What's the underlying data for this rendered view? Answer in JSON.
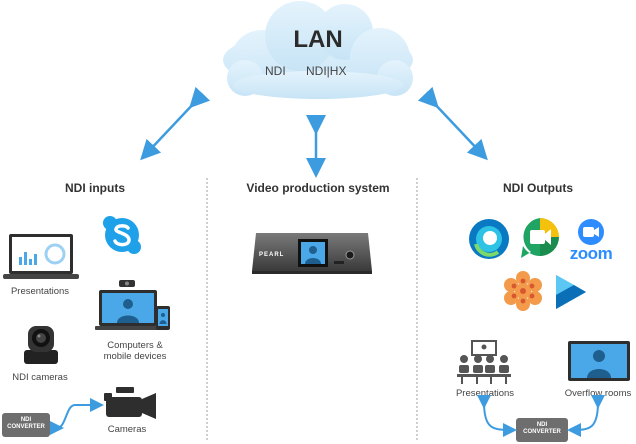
{
  "cloud": {
    "title": "LAN",
    "subtitle_ndi": "NDI",
    "subtitle_hx": "NDI|HX"
  },
  "columns": {
    "inputs": "NDI inputs",
    "production": "Video production system",
    "outputs": "NDI Outputs"
  },
  "inputs": {
    "presentations": "Presentations",
    "computers_line1": "Computers &",
    "computers_line2": "mobile devices",
    "ndi_cameras": "NDI cameras",
    "cameras": "Cameras",
    "converter_line1": "NDI",
    "converter_line2": "CONVERTER"
  },
  "production": {
    "device_brand": "PEARL"
  },
  "outputs": {
    "zoom_text": "zoom",
    "presentations": "Presentations",
    "overflow_rooms": "Overflow rooms",
    "converter_line1": "NDI",
    "converter_line2": "CONVERTER"
  },
  "colors": {
    "cloud": "#d6ecfa",
    "arrow": "#3d9be0",
    "skype": "#1ea1e8",
    "webex": "#0a79c4",
    "meet": "#1fa463",
    "zoom": "#2d8cff",
    "wowza": "#f39a4b",
    "stream": "#1aa1e0",
    "converter": "#6e6e6e",
    "dark": "#333333"
  }
}
